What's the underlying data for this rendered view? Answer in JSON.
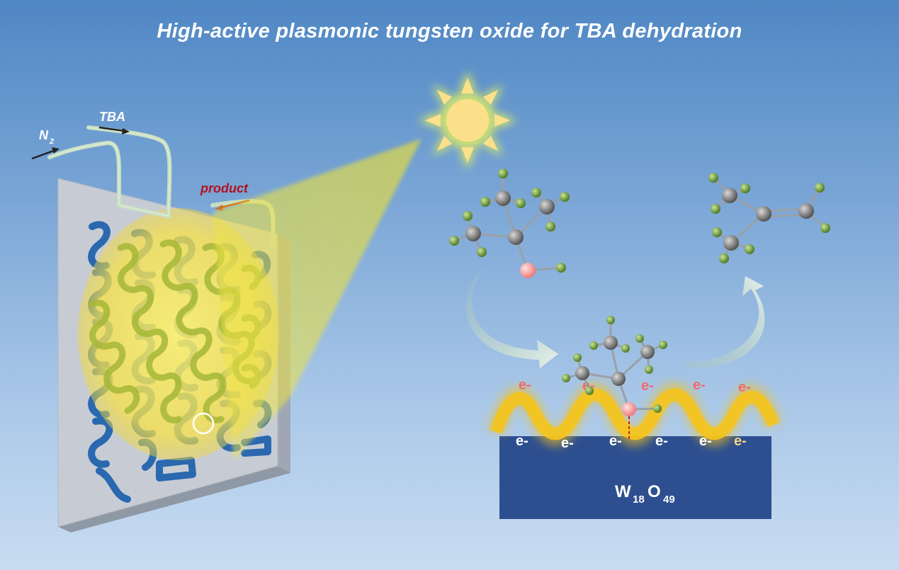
{
  "title": "High-active plasmonic tungsten oxide for TBA dehydration",
  "reactor": {
    "inlet_n2": "N",
    "inlet_n2_sub": "2",
    "inlet_tba": "TBA",
    "outlet": "product"
  },
  "catalyst": {
    "formula_w": "W",
    "formula_w_sub": "18",
    "formula_o": "O",
    "formula_o_sub": "49",
    "electron_label": "e-"
  },
  "colors": {
    "block": "#2e4f8f",
    "plasmon_glow": "#f4c21a",
    "electron_red": "#f06a6a",
    "carbon": "#7a7a7a",
    "hydrogen": "#6f9a36",
    "oxygen": "#f59a9a",
    "channel": "#2a68b0"
  }
}
